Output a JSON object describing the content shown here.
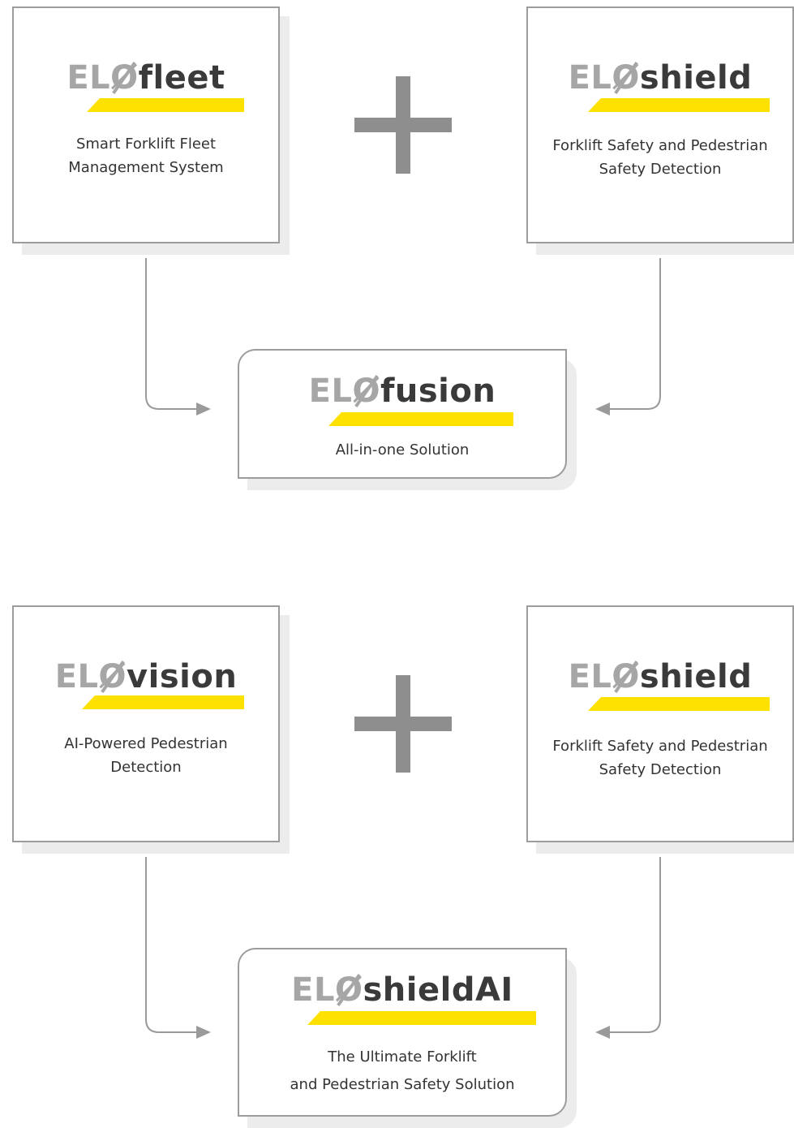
{
  "colors": {
    "accent": "#ffe100",
    "elo_text": "#a6a6a6",
    "product_text": "#3a3a3a",
    "border": "#9c9c9c",
    "connector": "#9a9a9a"
  },
  "logo_prefix": "EL",
  "logo_o": "Ø",
  "top": {
    "left": {
      "product": "fleet",
      "description": [
        "Smart Forklift Fleet",
        "Management System"
      ]
    },
    "right": {
      "product": "shield",
      "description": [
        "Forklift Safety and Pedestrian",
        "Safety Detection"
      ]
    },
    "result": {
      "product": "fusion",
      "description": [
        "All-in-one Solution"
      ]
    }
  },
  "bottom": {
    "left": {
      "product": "vision",
      "description": [
        "AI-Powered Pedestrian",
        "Detection"
      ]
    },
    "right": {
      "product": "shield",
      "description": [
        "Forklift Safety and Pedestrian",
        "Safety Detection"
      ]
    },
    "result": {
      "product": "shieldAI",
      "description": [
        "The Ultimate Forklift",
        "and Pedestrian Safety Solution"
      ]
    }
  },
  "icons": {
    "combine": "plus-icon",
    "flow": "arrow-right-icon"
  }
}
